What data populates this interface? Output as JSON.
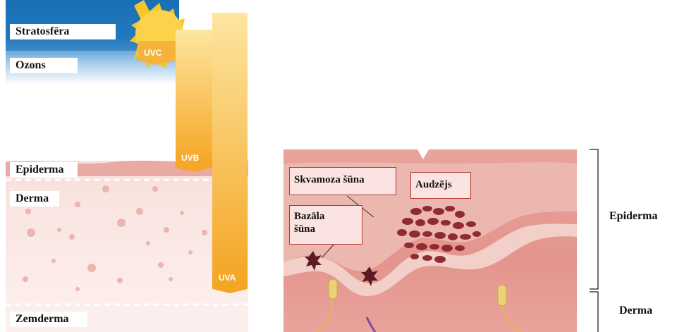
{
  "left_panel": {
    "layers": {
      "stratosphere": "Stratosfēra",
      "ozone": "Ozons",
      "epidermis": "Epiderma",
      "dermis": "Derma",
      "subcutis": "Zemderma"
    },
    "rays": {
      "uvc": "UVC",
      "uvb": "UVB",
      "uva": "UVA"
    }
  },
  "right_panel": {
    "callouts": {
      "squamous_cell": "Skvamoza šūna",
      "tumor": "Audzējs",
      "basal_cell_line1": "Bazāla",
      "basal_cell_line2": "šūna"
    },
    "brackets": {
      "epidermis": "Epiderma",
      "dermis": "Derma"
    }
  },
  "colors": {
    "sky": "#1a6fb4",
    "sun": "#f7c52b",
    "ray": "#f6b73c",
    "skin": "#f6dcd8",
    "epidermis": "#d98d86",
    "tumor": "#8e2b34",
    "callout_border": "#b23a3a"
  }
}
